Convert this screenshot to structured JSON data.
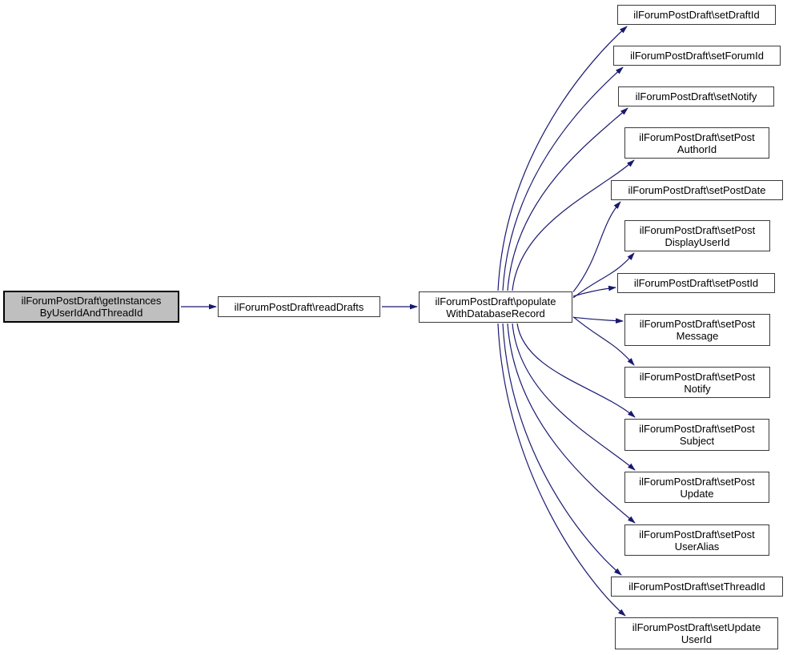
{
  "diagram": {
    "kind": "call-graph",
    "background": "#ffffff",
    "colors": {
      "edge": "#191970",
      "node_fill": "#ffffff",
      "node_border": "#3a3a3a",
      "root_fill": "#bfbfbf",
      "root_border": "#000000",
      "text": "#000000"
    }
  },
  "graph": {
    "nodes": [
      {
        "id": "getInstancesByUserIdAndThreadId",
        "role": "root",
        "lines": [
          "ilForumPostDraft\\getInstances",
          "ByUserIdAndThreadId"
        ]
      },
      {
        "id": "readDrafts",
        "lines": [
          "ilForumPostDraft\\readDrafts"
        ]
      },
      {
        "id": "populateWithDatabaseRecord",
        "lines": [
          "ilForumPostDraft\\populate",
          "WithDatabaseRecord"
        ]
      },
      {
        "id": "setDraftId",
        "lines": [
          "ilForumPostDraft\\setDraftId"
        ]
      },
      {
        "id": "setForumId",
        "lines": [
          "ilForumPostDraft\\setForumId"
        ]
      },
      {
        "id": "setNotify",
        "lines": [
          "ilForumPostDraft\\setNotify"
        ]
      },
      {
        "id": "setPostAuthorId",
        "lines": [
          "ilForumPostDraft\\setPost",
          "AuthorId"
        ]
      },
      {
        "id": "setPostDate",
        "lines": [
          "ilForumPostDraft\\setPostDate"
        ]
      },
      {
        "id": "setPostDisplayUserId",
        "lines": [
          "ilForumPostDraft\\setPost",
          "DisplayUserId"
        ]
      },
      {
        "id": "setPostId",
        "lines": [
          "ilForumPostDraft\\setPostId"
        ]
      },
      {
        "id": "setPostMessage",
        "lines": [
          "ilForumPostDraft\\setPost",
          "Message"
        ]
      },
      {
        "id": "setPostNotify",
        "lines": [
          "ilForumPostDraft\\setPost",
          "Notify"
        ]
      },
      {
        "id": "setPostSubject",
        "lines": [
          "ilForumPostDraft\\setPost",
          "Subject"
        ]
      },
      {
        "id": "setPostUpdate",
        "lines": [
          "ilForumPostDraft\\setPost",
          "Update"
        ]
      },
      {
        "id": "setPostUserAlias",
        "lines": [
          "ilForumPostDraft\\setPost",
          "UserAlias"
        ]
      },
      {
        "id": "setThreadId",
        "lines": [
          "ilForumPostDraft\\setThreadId"
        ]
      },
      {
        "id": "setUpdateUserId",
        "lines": [
          "ilForumPostDraft\\setUpdate",
          "UserId"
        ]
      }
    ],
    "edges": [
      {
        "from": "getInstancesByUserIdAndThreadId",
        "to": "readDrafts"
      },
      {
        "from": "readDrafts",
        "to": "populateWithDatabaseRecord"
      },
      {
        "from": "populateWithDatabaseRecord",
        "to": "setDraftId"
      },
      {
        "from": "populateWithDatabaseRecord",
        "to": "setForumId"
      },
      {
        "from": "populateWithDatabaseRecord",
        "to": "setNotify"
      },
      {
        "from": "populateWithDatabaseRecord",
        "to": "setPostAuthorId"
      },
      {
        "from": "populateWithDatabaseRecord",
        "to": "setPostDate"
      },
      {
        "from": "populateWithDatabaseRecord",
        "to": "setPostDisplayUserId"
      },
      {
        "from": "populateWithDatabaseRecord",
        "to": "setPostId"
      },
      {
        "from": "populateWithDatabaseRecord",
        "to": "setPostMessage"
      },
      {
        "from": "populateWithDatabaseRecord",
        "to": "setPostNotify"
      },
      {
        "from": "populateWithDatabaseRecord",
        "to": "setPostSubject"
      },
      {
        "from": "populateWithDatabaseRecord",
        "to": "setPostUpdate"
      },
      {
        "from": "populateWithDatabaseRecord",
        "to": "setPostUserAlias"
      },
      {
        "from": "populateWithDatabaseRecord",
        "to": "setThreadId"
      },
      {
        "from": "populateWithDatabaseRecord",
        "to": "setUpdateUserId"
      }
    ]
  }
}
